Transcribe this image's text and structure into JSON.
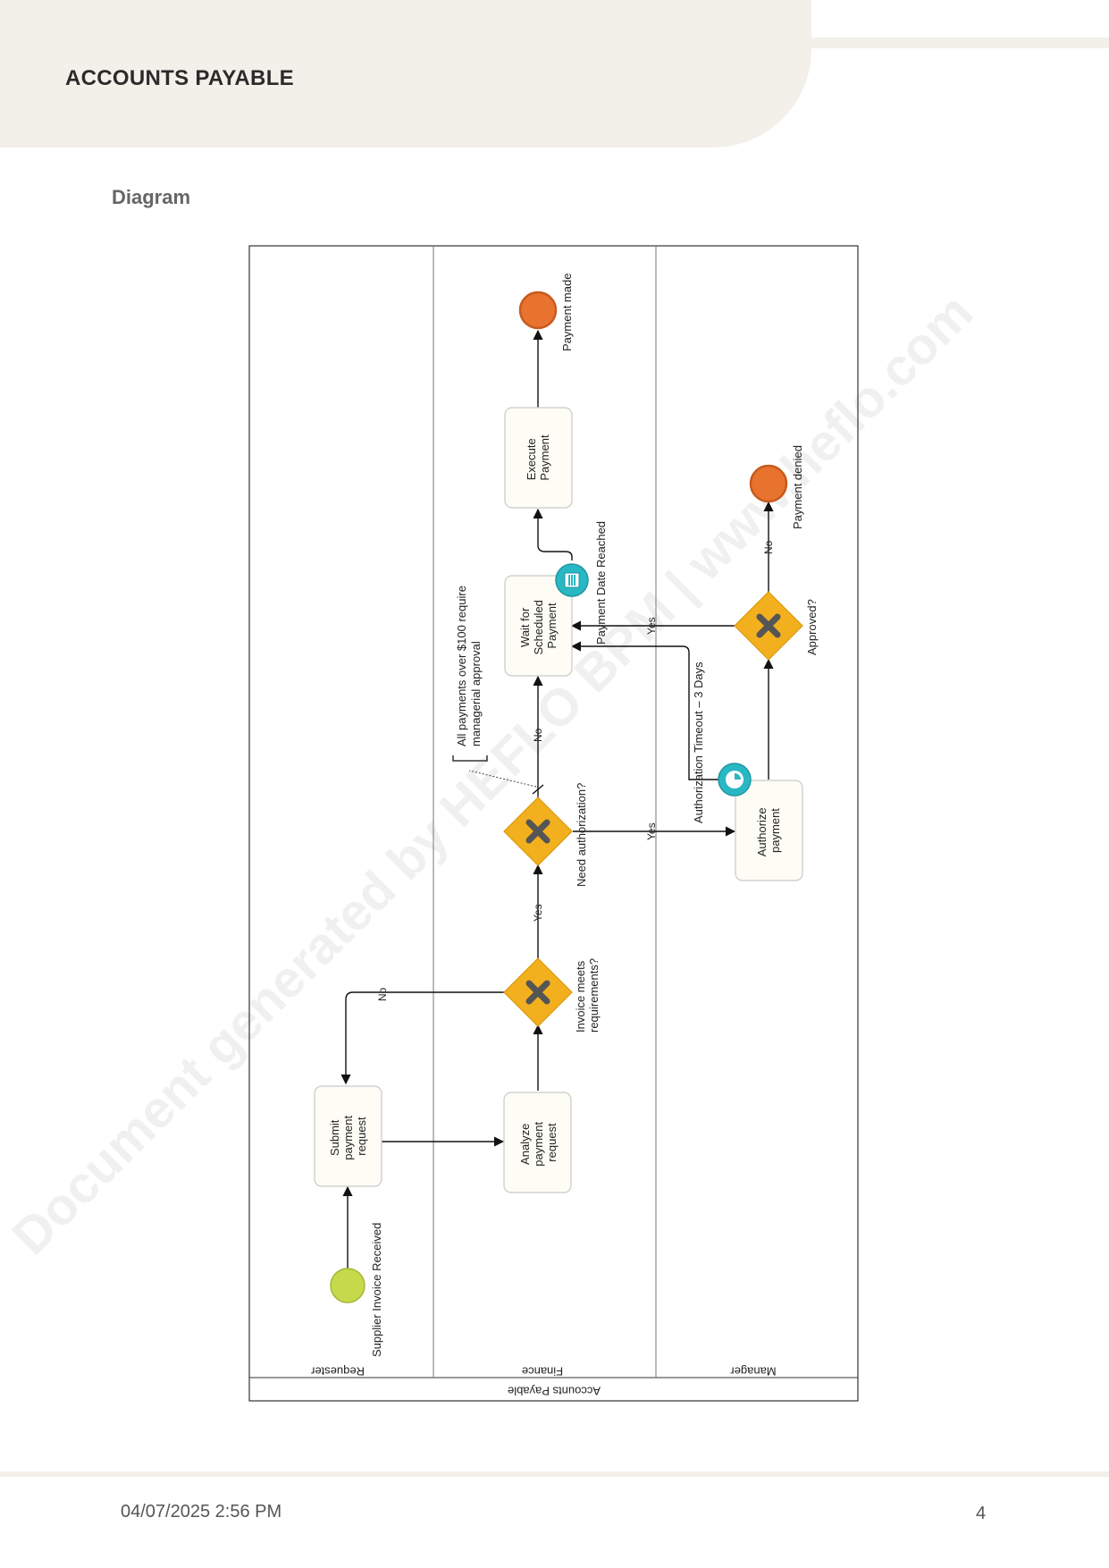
{
  "header": {
    "title": "ACCOUNTS PAYABLE",
    "section": "Diagram"
  },
  "footer": {
    "datetime": "04/07/2025 2:56 PM",
    "page": "4"
  },
  "watermark": "Document generated by HEFLO BPM | www.heflo.com",
  "pool": {
    "name": "Accounts Payable",
    "lanes": [
      "Requester",
      "Finance",
      "Manager"
    ]
  },
  "events": {
    "start": "Supplier Invoice Received",
    "end_made": "Payment made",
    "end_denied": "Payment denied"
  },
  "tasks": {
    "submit": [
      "Submit",
      "payment",
      "request"
    ],
    "analyze": [
      "Analyze",
      "payment",
      "request"
    ],
    "authorize": [
      "Authorize",
      "payment"
    ],
    "wait": [
      "Wait for",
      "Scheduled",
      "Payment"
    ],
    "execute": [
      "Execute",
      "Payment"
    ]
  },
  "gateways": {
    "meets": [
      "Invoice meets",
      "requirements?"
    ],
    "need_auth": "Need authorization?",
    "approved": "Approved?"
  },
  "boundary": {
    "timer": "Authorization Timeout – 3 Days",
    "date": "Payment Date Reached"
  },
  "annotation": [
    "All payments over $100 require",
    "managerial approval"
  ],
  "flows": {
    "yes": "Yes",
    "no": "No"
  },
  "colors": {
    "start_event": "#c5d94a",
    "end_event": "#e8732f",
    "gateway": "#f2b01e",
    "boundary": "#29b7c4",
    "task_fill": "#fdfcf5"
  }
}
